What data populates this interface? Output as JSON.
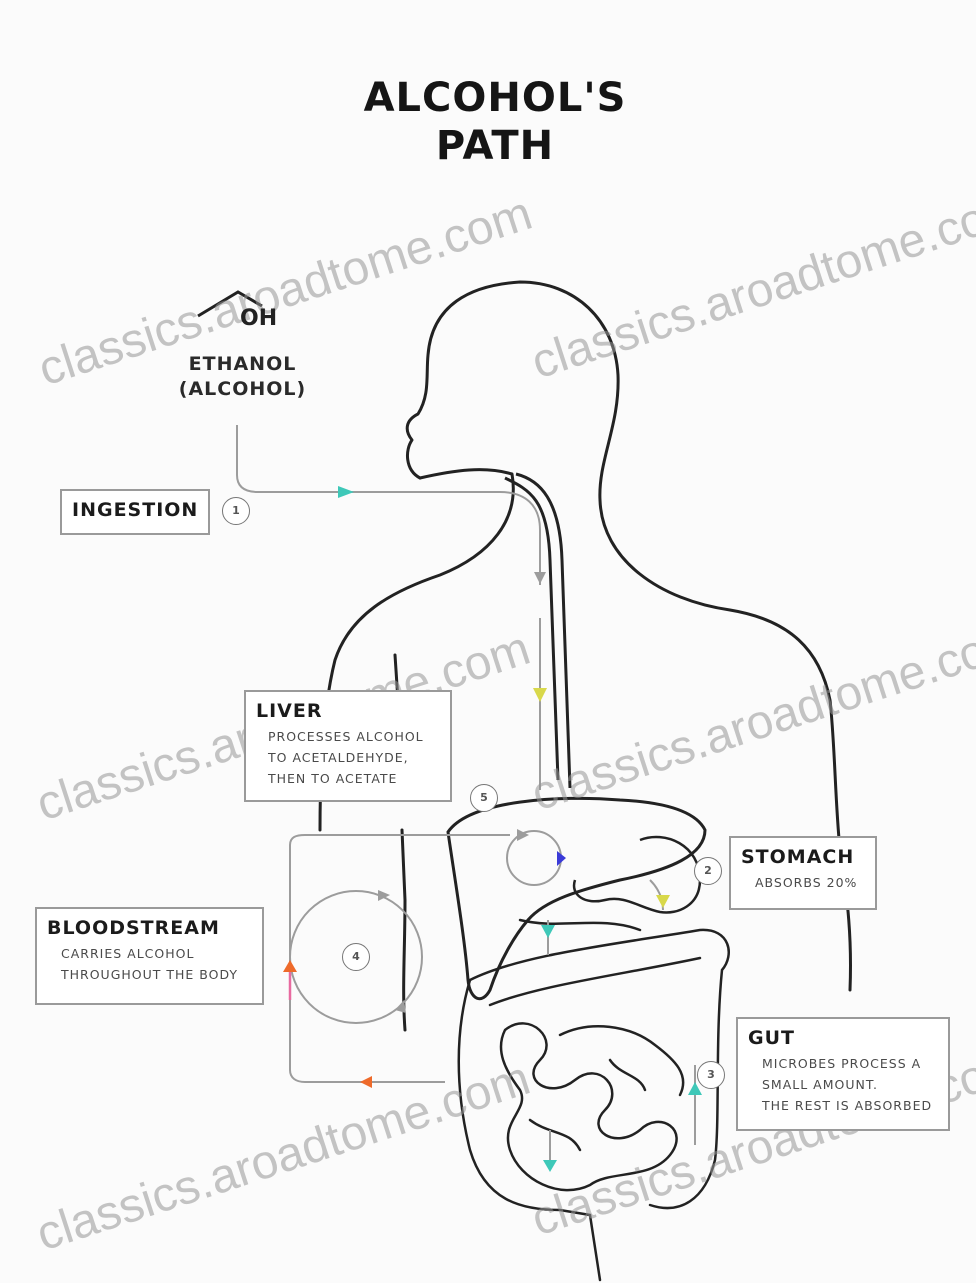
{
  "title_line1": "ALCOHOL'S",
  "title_line2": "PATH",
  "molecule": {
    "label": "OH"
  },
  "ethanol": {
    "line1": "ETHANOL",
    "line2": "(ALCOHOL)"
  },
  "steps": {
    "ingestion": {
      "heading": "INGESTION",
      "number": "1"
    },
    "liver": {
      "heading": "LIVER",
      "line1": "PROCESSES ALCOHOL",
      "line2": "TO ACETALDEHYDE,",
      "line3": "THEN TO ACETATE",
      "number": "5"
    },
    "stomach": {
      "heading": "STOMACH",
      "line1": "ABSORBS 20%",
      "number": "2"
    },
    "bloodstream": {
      "heading": "BLOODSTREAM",
      "line1": "CARRIES ALCOHOL",
      "line2": "THROUGHOUT THE BODY",
      "number": "4"
    },
    "gut": {
      "heading": "GUT",
      "line1": "MICROBES PROCESS A",
      "line2": "SMALL AMOUNT.",
      "line3": "THE REST IS ABSORBED",
      "number": "3"
    }
  },
  "watermark": "classics.aroadtome.com",
  "colors": {
    "teal": "#3ec8b8",
    "yellow": "#d8d84a",
    "blue": "#3a3ad8",
    "orange": "#ee6a2a",
    "pink": "#e86aa0",
    "line": "#222222",
    "path": "#9c9c9c"
  }
}
